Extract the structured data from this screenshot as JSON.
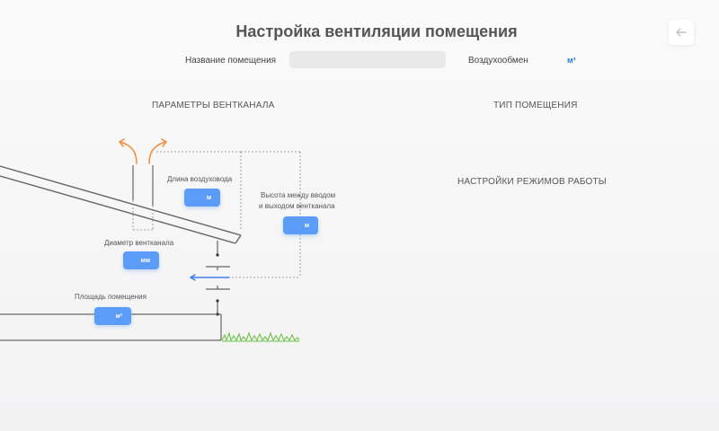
{
  "header": {
    "title": "Настройка вентиляции помещения"
  },
  "form": {
    "room_name_label": "Название помещения",
    "room_name_value": "",
    "airflow_label": "Воздухообмен",
    "airflow_unit": "м³"
  },
  "sections": {
    "channel_params": "ПАРАМЕТРЫ ВЕНТКАНАЛА",
    "room_type": "ТИП ПОМЕЩЕНИЯ",
    "work_modes": "НАСТРОЙКИ РЕЖИМОВ РАБОТЫ"
  },
  "diagram": {
    "duct_length": {
      "label": "Длина воздуховода",
      "unit": "м",
      "value": ""
    },
    "height_between": {
      "label_line1": "Высота между вводом",
      "label_line2": "и выходом вентканала",
      "unit": "м",
      "value": ""
    },
    "channel_diameter": {
      "label": "Диаметр вентканала",
      "unit": "мм",
      "value": ""
    },
    "room_area": {
      "label": "Площадь помещения",
      "unit": "м²",
      "value": ""
    }
  },
  "colors": {
    "accent": "#5b9cf8",
    "exhaust_arrow": "#f08a3c",
    "intake_arrow": "#3d7ef0",
    "grass": "#6cc24a",
    "structure": "#666666"
  },
  "icons": {
    "back": "arrow-left-icon"
  }
}
